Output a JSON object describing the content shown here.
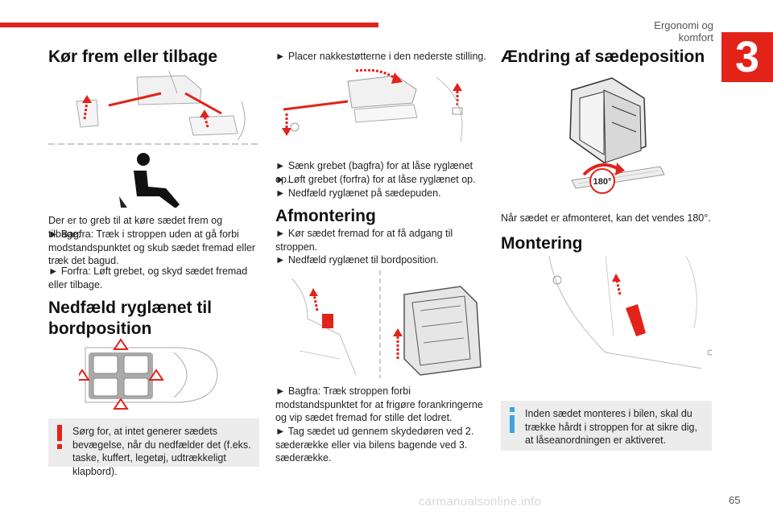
{
  "header": {
    "title": "Ergonomi og komfort",
    "chapter": "3"
  },
  "col1": {
    "heading1": "Kør frem eller tilbage",
    "intro": "Der er to greb til at køre sædet frem og tilbage:",
    "step1": "Bagfra: Træk i stroppen uden at gå forbi modstandspunktet og skub sædet fremad eller træk det bagud.",
    "step2": "Forfra: Løft grebet, og skyd sædet fremad eller tilbage.",
    "heading2": "Nedfæld ryglænet til bordposition",
    "warning": "Sørg for, at intet generer sædets bevægelse, når du nedfælder det (f.eks. taske, kuffert, legetøj, udtrækkeligt klapbord)."
  },
  "col2": {
    "step_top": "Placer nakkestøtterne i den nederste stilling.",
    "steps_mid": [
      "Sænk grebet (bagfra) for at låse ryglænet op.",
      "Løft grebet (forfra) for at låse ryglænet op.",
      "Nedfæld ryglænet på sædepuden."
    ],
    "heading3": "Afmontering",
    "steps_afm": [
      "Kør sædet fremad for at få adgang til stroppen.",
      "Nedfæld ryglænet til bordposition."
    ],
    "step_bag": "Bagfra: Træk stroppen forbi modstandspunktet for at frigøre forankringerne og vip sædet fremad for stille det lodret.",
    "step_tag": "Tag sædet ud gennem skydedøren ved 2. sæderække eller via bilens bagende ved 3. sæderække."
  },
  "col3": {
    "heading4": "Ændring af sædeposition",
    "rotate_label": "180°",
    "caption": "Når sædet er afmonteret, kan det vendes 180°.",
    "heading5": "Montering",
    "info": "Inden sædet monteres i bilen, skal du trække hårdt i stroppen for at sikre dig, at låseanordningen er aktiveret."
  },
  "footer": {
    "page_number": "65",
    "watermark": "carmanualsonline.info"
  },
  "colors": {
    "accent": "#e2231a",
    "info_blue": "#3aa6dd",
    "note_bg": "#ececec"
  }
}
